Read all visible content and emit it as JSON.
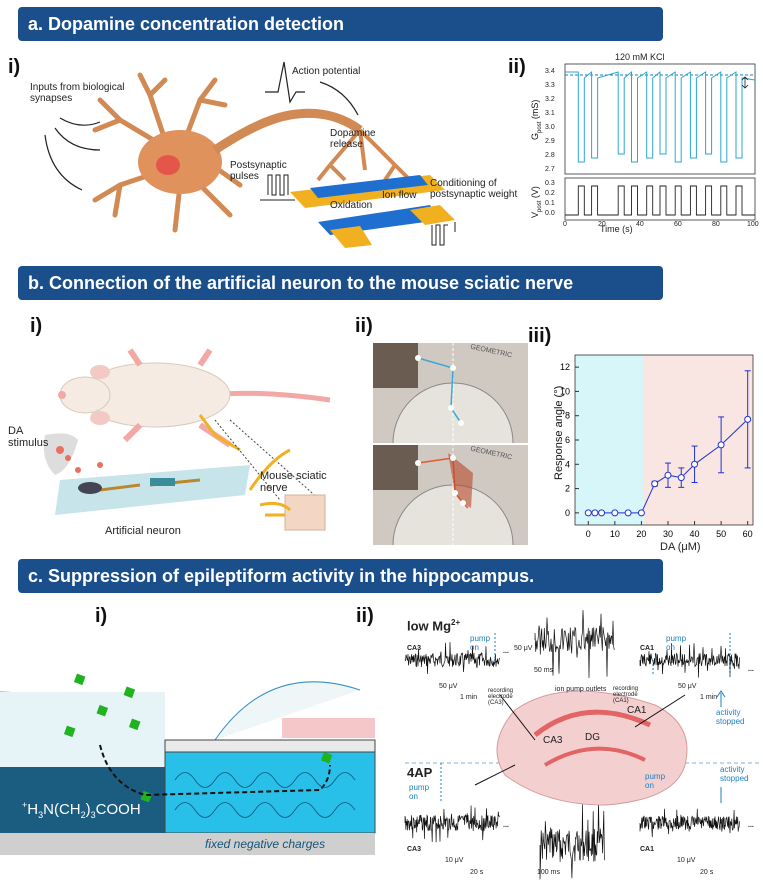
{
  "banners": {
    "a": "a. Dopamine concentration detection",
    "b": "b. Connection of the artificial neuron to the mouse sciatic nerve",
    "c": "c. Suppression of epileptiform activity in the hippocampus."
  },
  "panel_labels": {
    "i": "i)",
    "ii": "ii)",
    "iii": "iii)"
  },
  "a_i": {
    "inputs": "Inputs from biological synapses",
    "action_potential": "Action potential",
    "dopamine_release": "Dopamine release",
    "postsynaptic_pulses": "Postsynaptic pulses",
    "oxidation": "Oxidation",
    "ion_flow": "Ion flow",
    "conditioning": "Conditioning of postsynaptic weight"
  },
  "a_ii": {
    "title": "120 mM KCl",
    "g_label": "G",
    "g_sub": "post",
    "g_unit": "(mS)",
    "v_label": "V",
    "v_sub": "post",
    "v_unit": "(V)",
    "xlabel": "Time (s)",
    "g_ticks": [
      "3.4",
      "3.3",
      "3.2",
      "3.1",
      "3.0",
      "2.9",
      "2.8",
      "2.7"
    ],
    "v_ticks": [
      "0.3",
      "0.2",
      "0.1",
      "0.0"
    ],
    "x_ticks": [
      "0",
      "20",
      "40",
      "60",
      "80",
      "100"
    ]
  },
  "b_i": {
    "da_stimulus": "DA stimulus",
    "sciatic": "Mouse sciatic nerve",
    "artificial_neuron": "Artificial neuron"
  },
  "b_ii": {
    "protractor": "GEOMETRIC"
  },
  "chart_data": {
    "type": "line",
    "title": "",
    "xlabel": "DA (μM)",
    "ylabel": "Response angle (°)",
    "xlim": [
      -5,
      62
    ],
    "ylim": [
      -1,
      13
    ],
    "x_ticks": [
      0,
      10,
      20,
      30,
      40,
      50,
      60
    ],
    "y_ticks": [
      0,
      2,
      4,
      6,
      8,
      10,
      12
    ],
    "x": [
      0,
      2.5,
      5,
      10,
      15,
      20,
      25,
      30,
      35,
      40,
      50,
      60
    ],
    "y": [
      0,
      0,
      0,
      0,
      0,
      0,
      2.4,
      3.1,
      2.9,
      4.0,
      5.6,
      7.7
    ],
    "err": [
      0,
      0,
      0,
      0,
      0,
      0,
      0.2,
      1.0,
      0.8,
      1.5,
      2.3,
      4.0
    ],
    "shade_split": 21,
    "colors": {
      "line": "#1f32d6",
      "left_shade": "#d6f6f9",
      "right_shade": "#f9e5e1"
    }
  },
  "c_i": {
    "formula_pre": "+",
    "formula_main": "H",
    "formula_sub1": "3",
    "formula_mid": "N(CH",
    "formula_sub2": "2",
    "formula_sub3": "3",
    "formula_end": "COOH",
    "fixed_charges": "fixed negative charges"
  },
  "c_ii": {
    "low_mg_main": "low Mg",
    "low_mg_sup": "2+",
    "fourap": "4AP",
    "ca3": "CA3",
    "ca1": "CA1",
    "dg": "DG",
    "pump_on": "pump on",
    "activity_stopped": "activity stopped",
    "ion_pump_outlets": "ion pump outlets",
    "rec_ca3": "recording electrode (CA3)",
    "rec_ca1": "recording electrode (CA1)",
    "scale_50uv": "50 μV",
    "scale_1min": "1 min",
    "scale_50ms": "50 ms",
    "scale_10uv": "10 μV",
    "scale_20s": "20 s",
    "scale_100ms": "100 ms",
    "dots": "..."
  }
}
